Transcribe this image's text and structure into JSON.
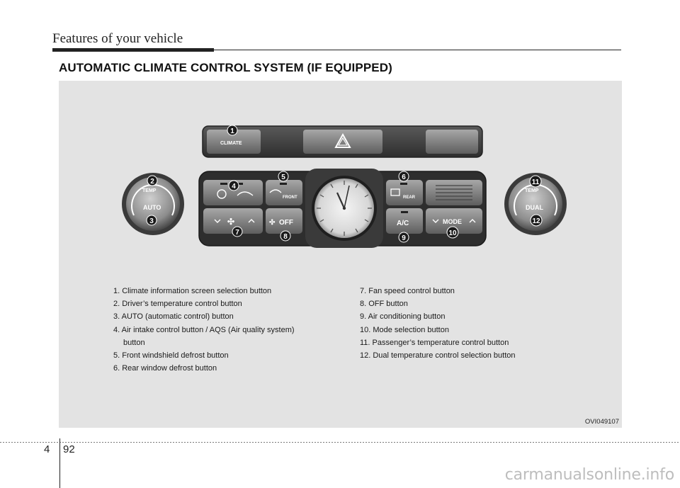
{
  "header": {
    "title": "Features of your vehicle"
  },
  "section": {
    "title": "AUTOMATIC CLIMATE CONTROL SYSTEM (IF EQUIPPED)"
  },
  "figure": {
    "id": "OVI049107",
    "panel_labels": {
      "climate": "CLIMATE",
      "auto": "AUTO",
      "dual": "DUAL",
      "temp": "TEMP",
      "front": "FRONT",
      "rear": "REAR",
      "off": "OFF",
      "ac": "A/C",
      "mode": "MODE"
    },
    "callouts": [
      "1",
      "2",
      "3",
      "4",
      "5",
      "6",
      "7",
      "8",
      "9",
      "10",
      "11",
      "12"
    ]
  },
  "legend": {
    "left": [
      "1. Climate information screen selection button",
      "2. Driver’s temperature control button",
      "3. AUTO (automatic control) button",
      "4. Air intake control button / AQS (Air quality system)",
      "button",
      "5. Front windshield defrost button",
      "6. Rear window defrost button"
    ],
    "right": [
      "7. Fan speed control button",
      "8. OFF button",
      "9. Air conditioning button",
      "10. Mode selection button",
      "11. Passenger’s temperature control button",
      "12. Dual temperature control selection button"
    ]
  },
  "footer": {
    "chapter": "4",
    "page": "92"
  },
  "watermark": "carmanualsonline.info",
  "colors": {
    "figure_bg": "#e3e3e3",
    "panel_dark": "#3a3a3a",
    "button_gray": "#8a8a8a",
    "callout_fill": "#1a1a1a"
  }
}
